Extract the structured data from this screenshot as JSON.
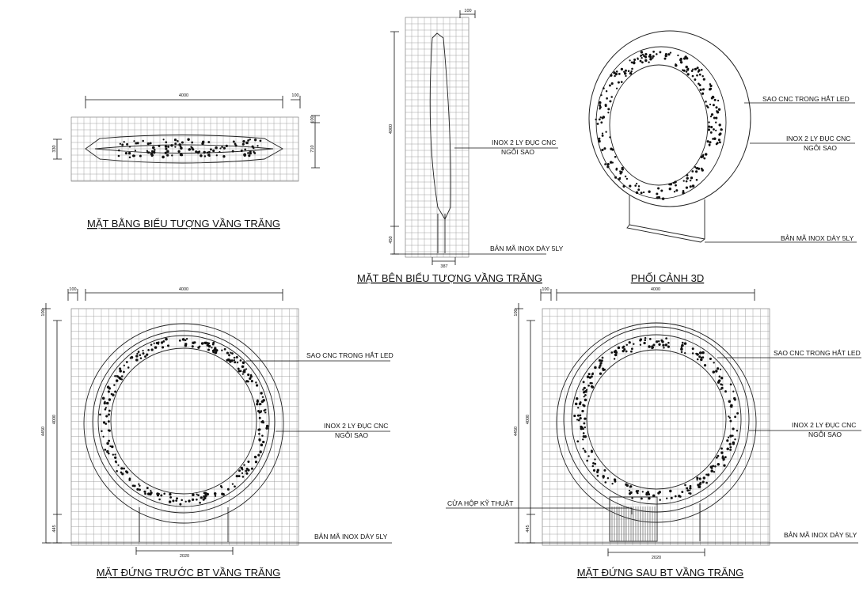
{
  "views": {
    "plan": {
      "title": "MẶT BẰNG BIỂU TƯỢNG VẦNG TRĂNG",
      "dims": {
        "width": "4000",
        "edge": "100",
        "side_top": "100",
        "height": "710",
        "thickness": "330"
      }
    },
    "side": {
      "title": "MẶT BÊN BIỂU TƯỢNG VẦNG TRĂNG",
      "dims": {
        "top": "100",
        "height": "4000",
        "base": "450",
        "bottom": "387"
      },
      "notes": {
        "stainless": "INOX 2 LY ĐỤC CNC",
        "stainless_sub": "NGÔI SAO",
        "base_plate": "BẢN MÃ INOX DÀY 5LY"
      }
    },
    "perspective": {
      "title": "PHỐI CẢNH 3D",
      "notes": {
        "led": "SAO CNC TRONG HẮT LED",
        "stainless": "INOX 2 LY ĐỤC CNC",
        "stainless_sub": "NGÔI SAO",
        "base_plate": "BẢN MÃ INOX DÀY 5LY"
      }
    },
    "front": {
      "title": "MẶT ĐỨNG TRƯỚC BT VẦNG TRĂNG",
      "dims": {
        "width": "4000",
        "edge": "100",
        "top": "100",
        "total_height": "4450",
        "height": "4000",
        "base": "445",
        "base_width": "2020"
      },
      "notes": {
        "led": "SAO CNC TRONG HẮT LED",
        "stainless": "INOX 2 LY ĐỤC CNC",
        "stainless_sub": "NGÔI SAO",
        "base_plate": "BẢN MÃ INOX DÀY 5LY"
      }
    },
    "back": {
      "title": "MẶT ĐỨNG SAU BT VẦNG TRĂNG",
      "dims": {
        "width": "4000",
        "edge": "100",
        "top": "100",
        "total_height": "4450",
        "height": "4000",
        "base": "445",
        "base_width": "2020"
      },
      "notes": {
        "led": "SAO CNC TRONG HẮT LED",
        "stainless": "INOX 2 LY ĐỤC CNC",
        "stainless_sub": "NGÔI SAO",
        "door": "CỬA HỘP KỸ THUẬT",
        "base_plate": "BẢN MÃ INOX DÀY 5LY"
      }
    }
  }
}
